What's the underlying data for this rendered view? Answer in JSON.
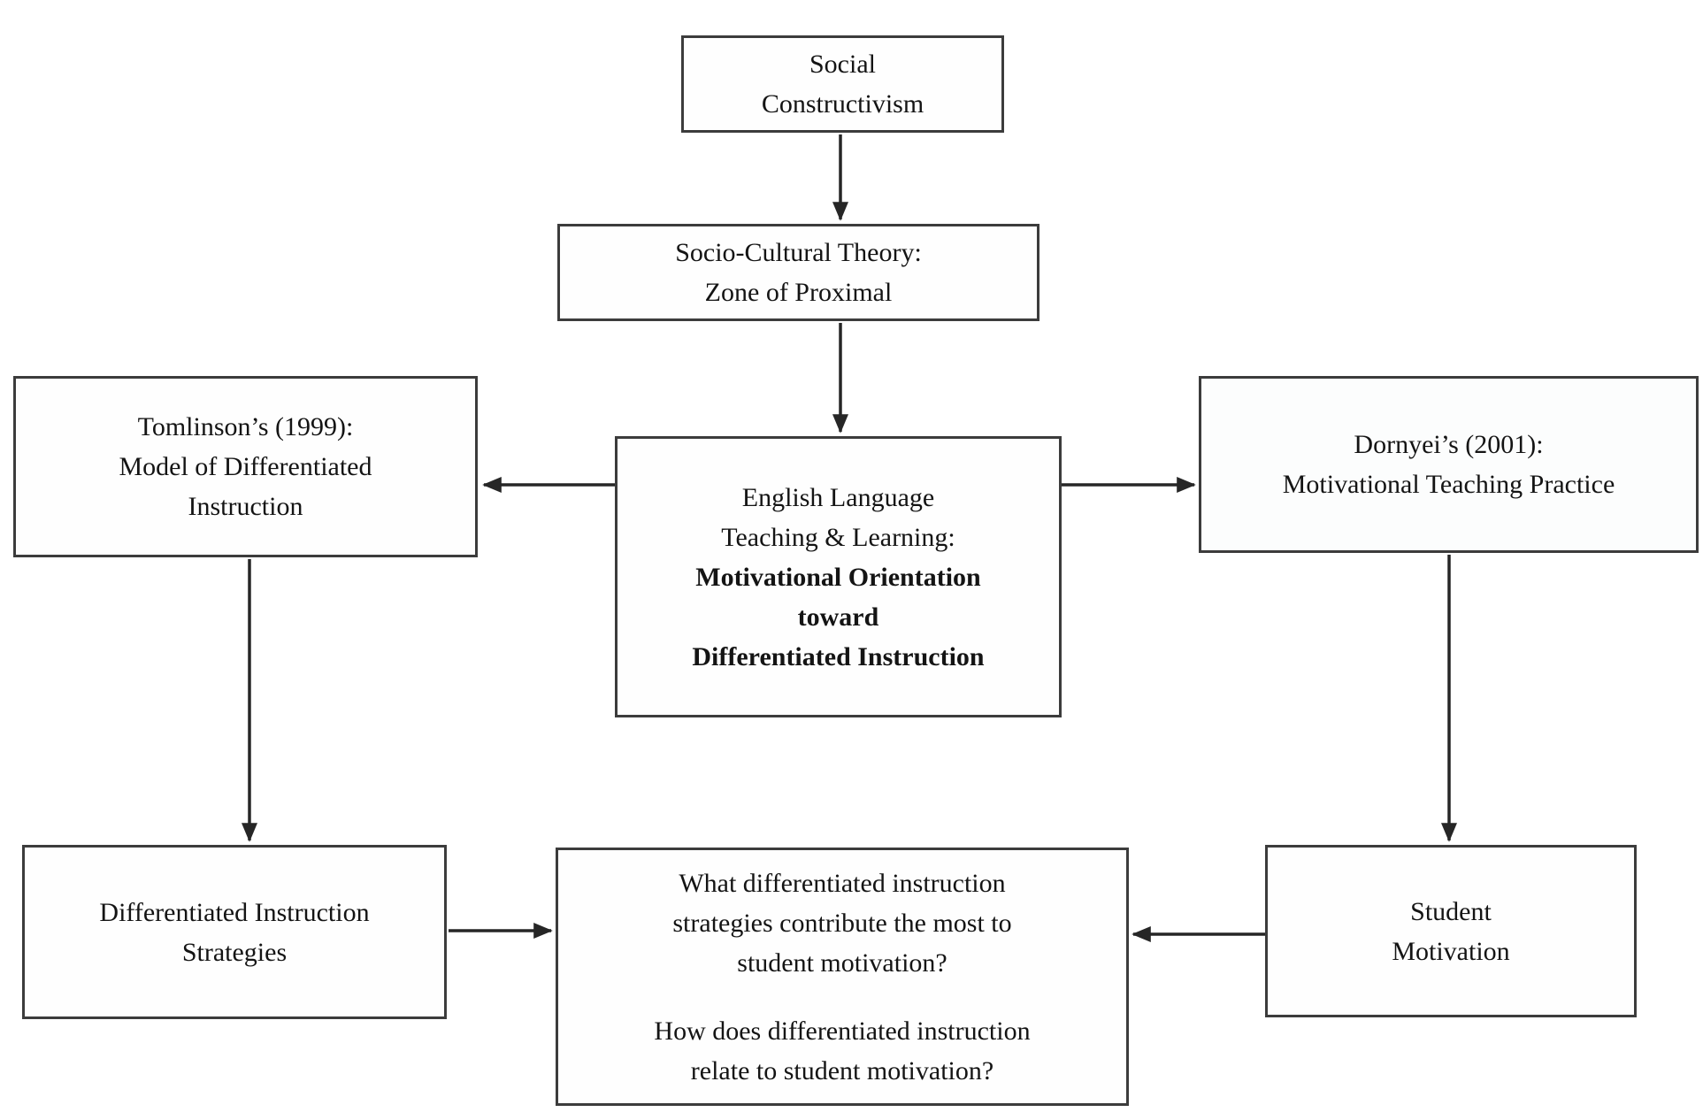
{
  "diagram": {
    "type": "conceptual-framework-flowchart",
    "colors": {
      "background": "#ffffff",
      "box_fill": "#fefefe",
      "box_border": "#3c3c3c",
      "arrow": "#262626",
      "text": "#141414"
    },
    "nodes": {
      "social_constructivism": {
        "text": "Social\nConstructivism"
      },
      "socio_cultural_theory": {
        "text": "Socio-Cultural Theory:\nZone of Proximal"
      },
      "elt_central": {
        "text_regular": "English Language\nTeaching & Learning:",
        "text_bold": "Motivational Orientation\ntoward\nDifferentiated Instruction"
      },
      "tomlinson_model": {
        "text": "Tomlinson’s (1999):\nModel of Differentiated\nInstruction"
      },
      "dornyei_practice": {
        "text": "Dornyei’s (2001):\nMotivational Teaching Practice"
      },
      "di_strategies": {
        "text": "Differentiated Instruction\nStrategies"
      },
      "research_questions": {
        "question_1": "What differentiated instruction\nstrategies contribute the most to\nstudent motivation?",
        "question_2": "How does differentiated instruction\nrelate to student motivation?"
      },
      "student_motivation": {
        "text": "Student\nMotivation"
      }
    },
    "edges": [
      {
        "from": "social_constructivism",
        "to": "socio_cultural_theory",
        "direction": "down"
      },
      {
        "from": "socio_cultural_theory",
        "to": "elt_central",
        "direction": "down"
      },
      {
        "from": "elt_central",
        "to": "tomlinson_model",
        "direction": "left"
      },
      {
        "from": "elt_central",
        "to": "dornyei_practice",
        "direction": "right"
      },
      {
        "from": "tomlinson_model",
        "to": "di_strategies",
        "direction": "down"
      },
      {
        "from": "dornyei_practice",
        "to": "student_motivation",
        "direction": "down"
      },
      {
        "from": "di_strategies",
        "to": "research_questions",
        "direction": "right"
      },
      {
        "from": "student_motivation",
        "to": "research_questions",
        "direction": "left"
      }
    ]
  }
}
